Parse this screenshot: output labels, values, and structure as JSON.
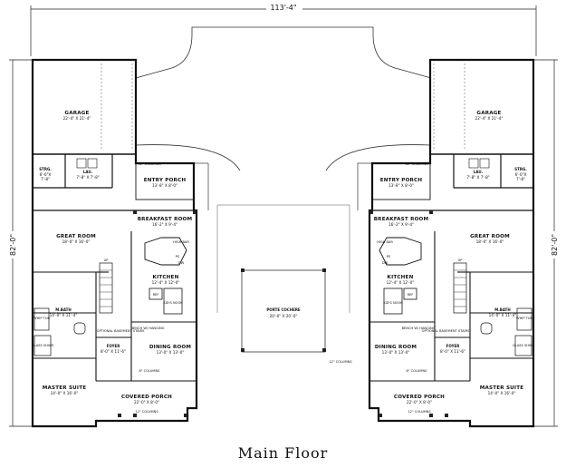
{
  "dims": {
    "width": "113'-4\"",
    "depth_left": "82'-0\"",
    "depth_right": "82'-0\""
  },
  "center": {
    "porte_name": "PORTE COCHERE",
    "porte_size": "20'-0\" X 20'-0\"",
    "porte_col": "12\" COLUMNS"
  },
  "units": {
    "left": {
      "garage_name": "GARAGE",
      "garage_size": "22'-4\" X 21'-4\"",
      "strg_name": "STRG.",
      "strg_size1": "6'-0\"X",
      "strg_size2": "7'-8\"",
      "lau_name": "LAU.",
      "lau_size": "7'-8\" X 7'-8\"",
      "entry_name": "ENTRY PORCH",
      "entry_size": "13'-8\" X 8'-0\"",
      "entry_col": "12\" COLUMNS",
      "breakfast_name": "BREAKFAST ROOM",
      "breakfast_size": "16'-2\" X 9'-4\"",
      "great_name": "GREAT ROOM",
      "great_size": "18'-0\" X 16'-0\"",
      "highbar": "HIGH BAR",
      "kitchen_name": "KITCHEN",
      "kitchen_size": "12'-4\" X 12'-0\"",
      "mbath_name": "M.BATH",
      "mbath_size": "14'-0\" X 11'-4\"",
      "whip": "WHIP TUB",
      "glass": "GLASS SHWR",
      "ref": "REF",
      "ps": "PS",
      "dw": "DW",
      "kids": "KID'S NOOK",
      "bench": "BENCH W/ HANGING",
      "optional": "OPTIONAL BASEMENT STAIRS",
      "foyer_name": "FOYER",
      "foyer_size": "8'-0\" X 11'-6\"",
      "dining_name": "DINING ROOM",
      "dining_size": "13'-0\" X 13'-0\"",
      "col8": "8\" COLUMNS",
      "master_name": "MASTER SUITE",
      "master_size": "14'-0\" X 16'-0\"",
      "covered_name": "COVERED PORCH",
      "covered_size": "22'-0\" X 8'-0\"",
      "covered_col": "12\" COLUMNS",
      "up": "UP"
    },
    "right": {
      "garage_name": "GARAGE",
      "garage_size": "22'-4\" X 21'-4\"",
      "strg_name": "STRG.",
      "strg_size1": "6'-0\"X",
      "strg_size2": "7'-8\"",
      "lau_name": "LAU.",
      "lau_size": "7'-8\" X 7'-8\"",
      "entry_name": "ENTRY PORCH",
      "entry_size": "13'-8\" X 8'-0\"",
      "entry_col": "12\" COLUMNS",
      "breakfast_name": "BREAKFAST ROOM",
      "breakfast_size": "16'-2\" X 9'-4\"",
      "great_name": "GREAT ROOM",
      "great_size": "18'-0\" X 16'-0\"",
      "highbar": "HIGH BAR",
      "kitchen_name": "KITCHEN",
      "kitchen_size": "12'-4\" X 12'-0\"",
      "mbath_name": "M.BATH",
      "mbath_size": "14'-0\" X 11'-4\"",
      "whip": "WHIP TUB",
      "glass": "GLASS SHWR",
      "ref": "REF",
      "ps": "PS",
      "dw": "DW",
      "kids": "KID'S NOOK",
      "bench": "BENCH W/ HANGING",
      "optional": "OPTIONAL BASEMENT STAIRS",
      "foyer_name": "FOYER",
      "foyer_size": "8'-0\" X 11'-6\"",
      "dining_name": "DINING ROOM",
      "dining_size": "13'-0\" X 13'-0\"",
      "col8": "8\" COLUMNS",
      "master_name": "MASTER SUITE",
      "master_size": "14'-0\" X 16'-0\"",
      "covered_name": "COVERED PORCH",
      "covered_size": "22'-0\" X 8'-0\"",
      "covered_col": "12\" COLUMNS",
      "up": "UP"
    }
  },
  "caption": "Main Floor"
}
